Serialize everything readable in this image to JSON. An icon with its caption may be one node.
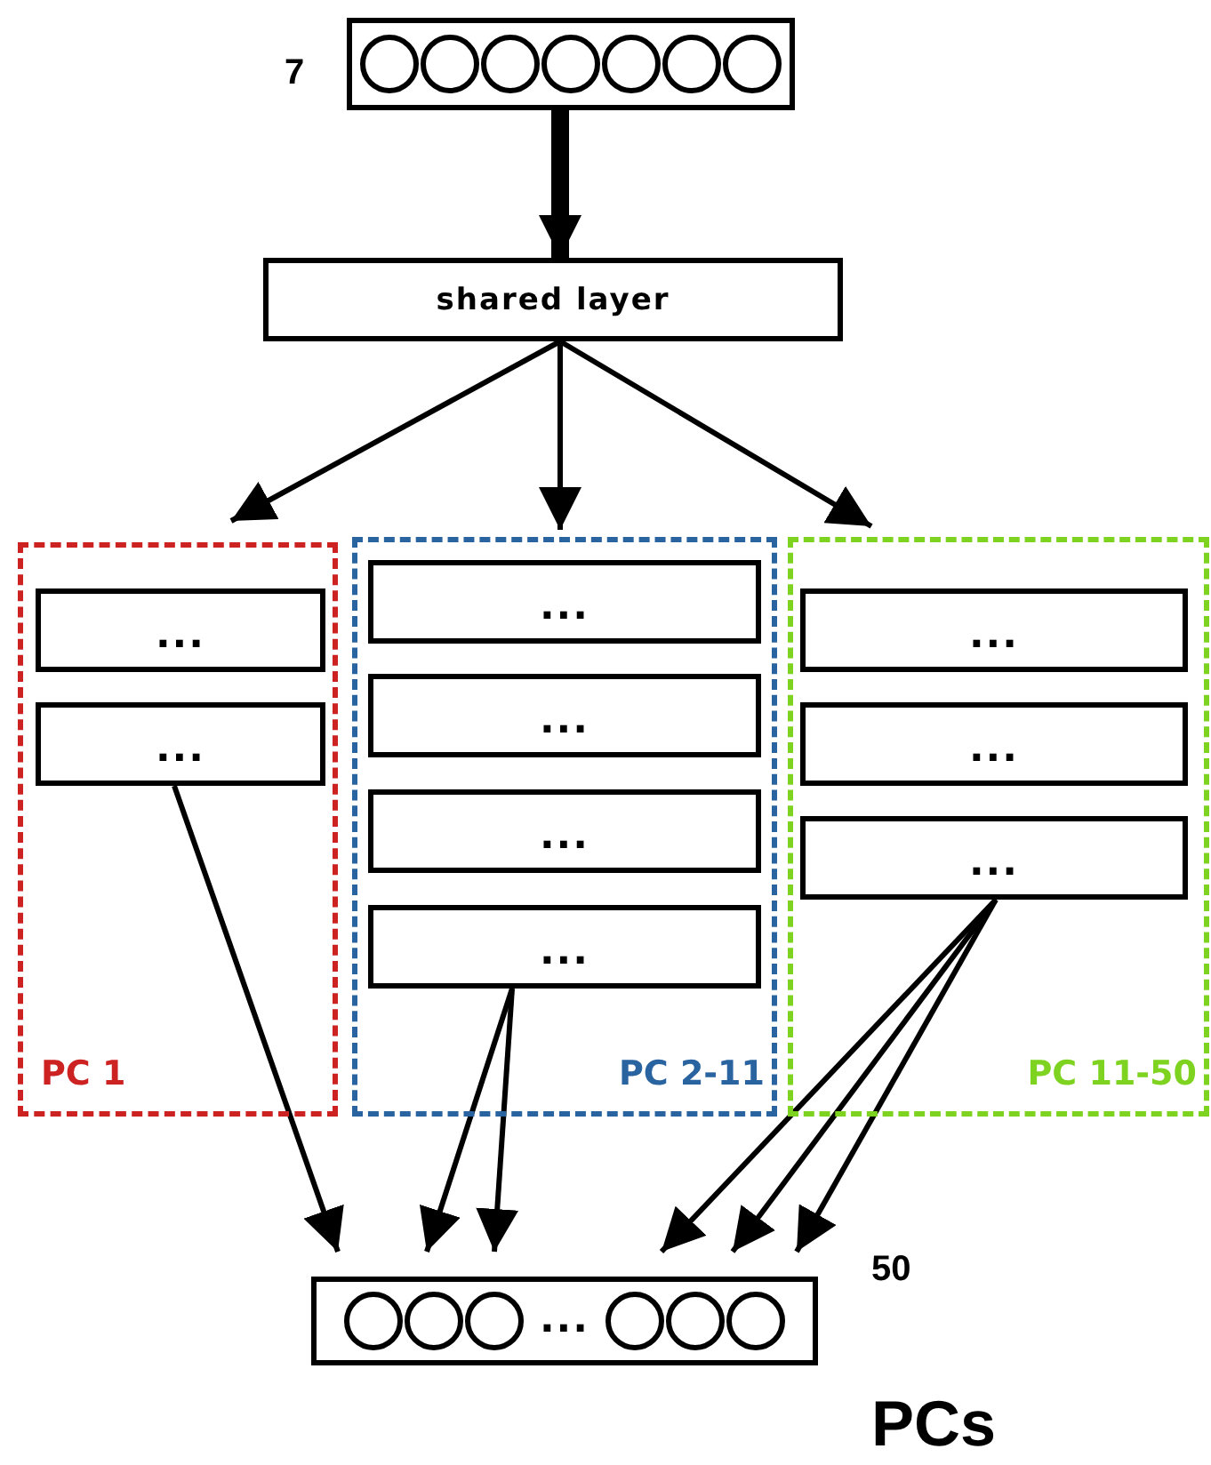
{
  "diagram": {
    "nodes": [
      {
        "text": [],
        "shape": "box",
        "beside": [
          "7"
        ]
      },
      {
        "text": [
          "shared layer"
        ]
      },
      {
        "text": [
          "PC 1"
        ]
      },
      {
        "text": [
          "..."
        ],
        "in": 2
      },
      {
        "text": [
          "..."
        ],
        "in": 2
      },
      {
        "text": [
          "PC 2-11"
        ]
      },
      {
        "text": [
          "..."
        ],
        "in": 5
      },
      {
        "text": [
          "..."
        ],
        "in": 5
      },
      {
        "text": [
          "..."
        ],
        "in": 5
      },
      {
        "text": [
          "..."
        ],
        "in": 5
      },
      {
        "text": [
          "PC 11-50"
        ]
      },
      {
        "text": [
          "..."
        ],
        "in": 10
      },
      {
        "text": [
          "..."
        ],
        "in": 10
      },
      {
        "text": [
          "..."
        ],
        "in": 10
      },
      {
        "text": [
          "..."
        ],
        "beside": [
          "50",
          "PCs"
        ]
      }
    ],
    "edges": [
      {
        "from": 0,
        "to": 1,
        "arrow": "to",
        "style": "thick"
      },
      {
        "from": 1,
        "to": 2,
        "arrow": "to"
      },
      {
        "from": 1,
        "to": 5,
        "arrow": "to"
      },
      {
        "from": 1,
        "to": 10,
        "arrow": "to"
      },
      {
        "from": 4,
        "to": 14,
        "arrow": "to"
      },
      {
        "from": 9,
        "to": 14,
        "arrow": "to"
      },
      {
        "from": 9,
        "to": 14,
        "arrow": "to"
      },
      {
        "from": 13,
        "to": 14,
        "arrow": "to"
      },
      {
        "from": 13,
        "to": 14,
        "arrow": "to"
      },
      {
        "from": 13,
        "to": 14,
        "arrow": "to"
      }
    ]
  }
}
